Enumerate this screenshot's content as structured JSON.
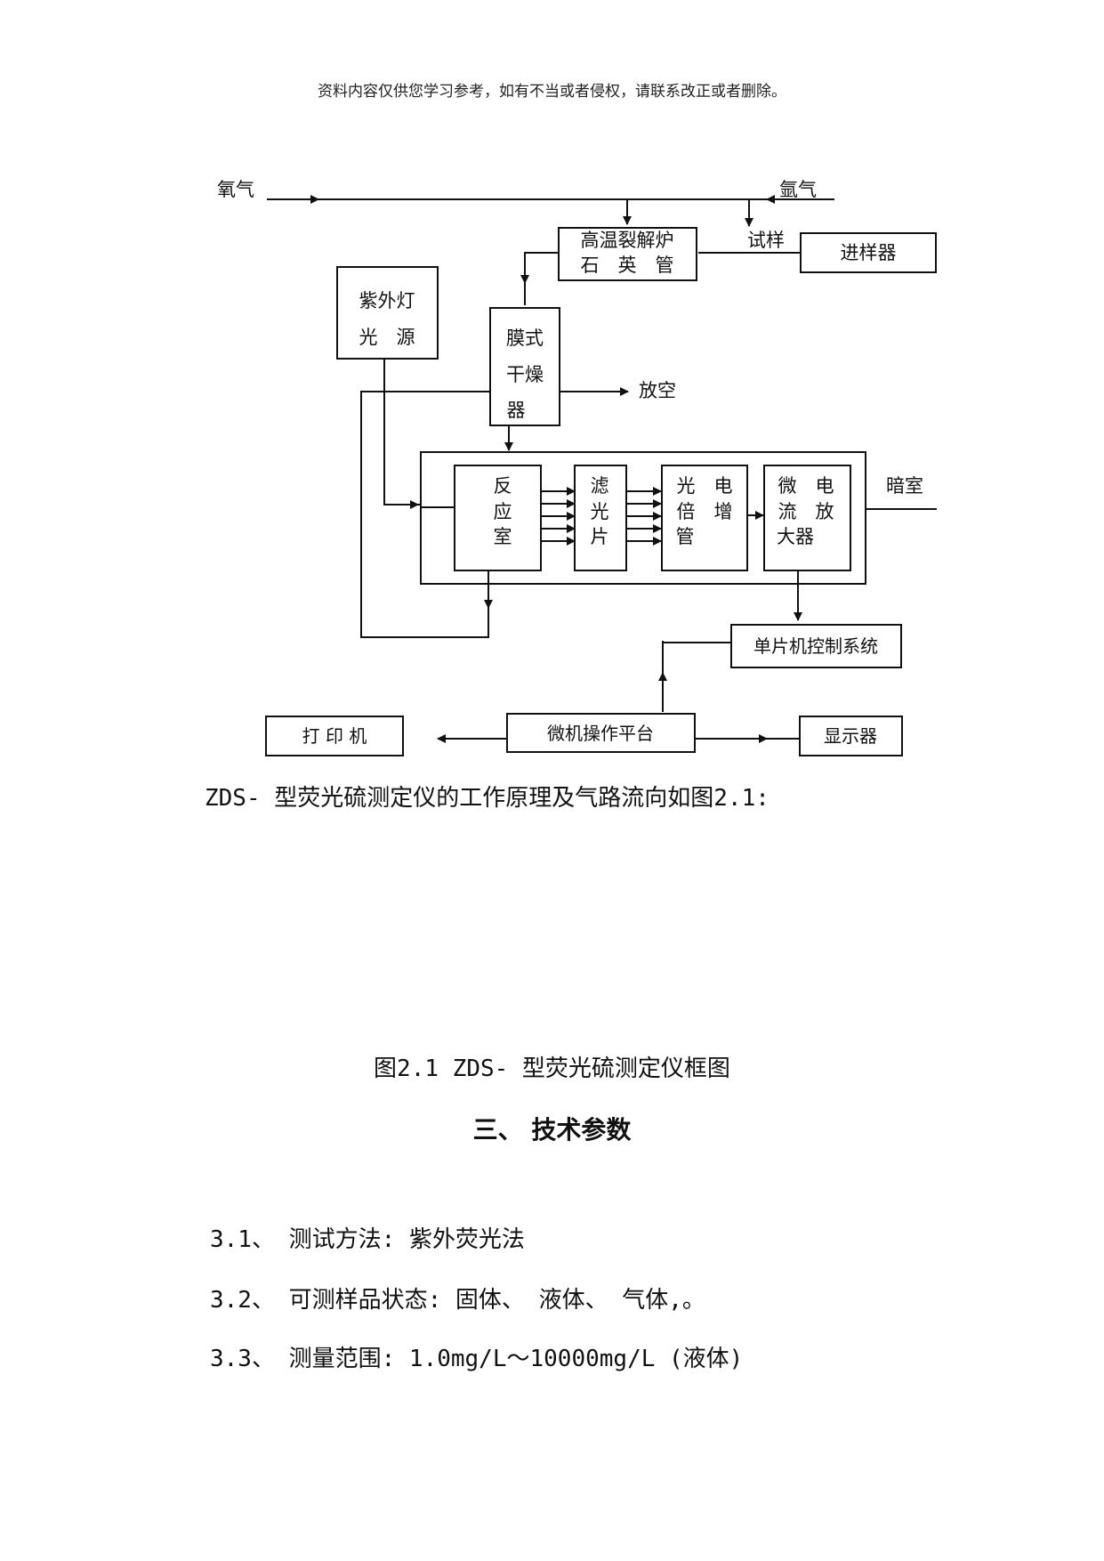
{
  "header": {
    "notice": "资料内容仅供您学习参考，如有不当或者侵权，请联系改正或者删除。"
  },
  "diagram": {
    "oxygen": "氧气",
    "argon": "氩气",
    "sample": "试样",
    "injector": "进样器",
    "furnace": [
      "高温裂解炉",
      "石　英　管"
    ],
    "uv_lamp": [
      "紫外灯",
      "光　源"
    ],
    "membrane_dryer": [
      "膜式",
      "干燥",
      "器"
    ],
    "vent": "放空",
    "reaction_chamber": [
      "反",
      "应",
      "室"
    ],
    "filter": [
      "滤",
      "光",
      "片"
    ],
    "photomultiplier": [
      "光　电",
      "倍　增",
      "管"
    ],
    "amplifier": [
      "微　电",
      "流　放",
      "大器"
    ],
    "darkroom": "暗室",
    "mcu": "单片机控制系统",
    "platform": "微机操作平台",
    "printer": "打 印 机",
    "display": "显示器"
  },
  "intro": "ZDS- 型荧光硫测定仪的工作原理及气路流向如图2.1:",
  "figure_caption": "图2.1 ZDS- 型荧光硫测定仪框图",
  "section_title": "三、 技术参数",
  "params": [
    "3.1、 测试方法: 紫外荧光法",
    "3.2、 可测样品状态: 固体、 液体、 气体,。",
    "3.3、 测量范围: 1.0mg/L～10000mg/L (液体)"
  ]
}
